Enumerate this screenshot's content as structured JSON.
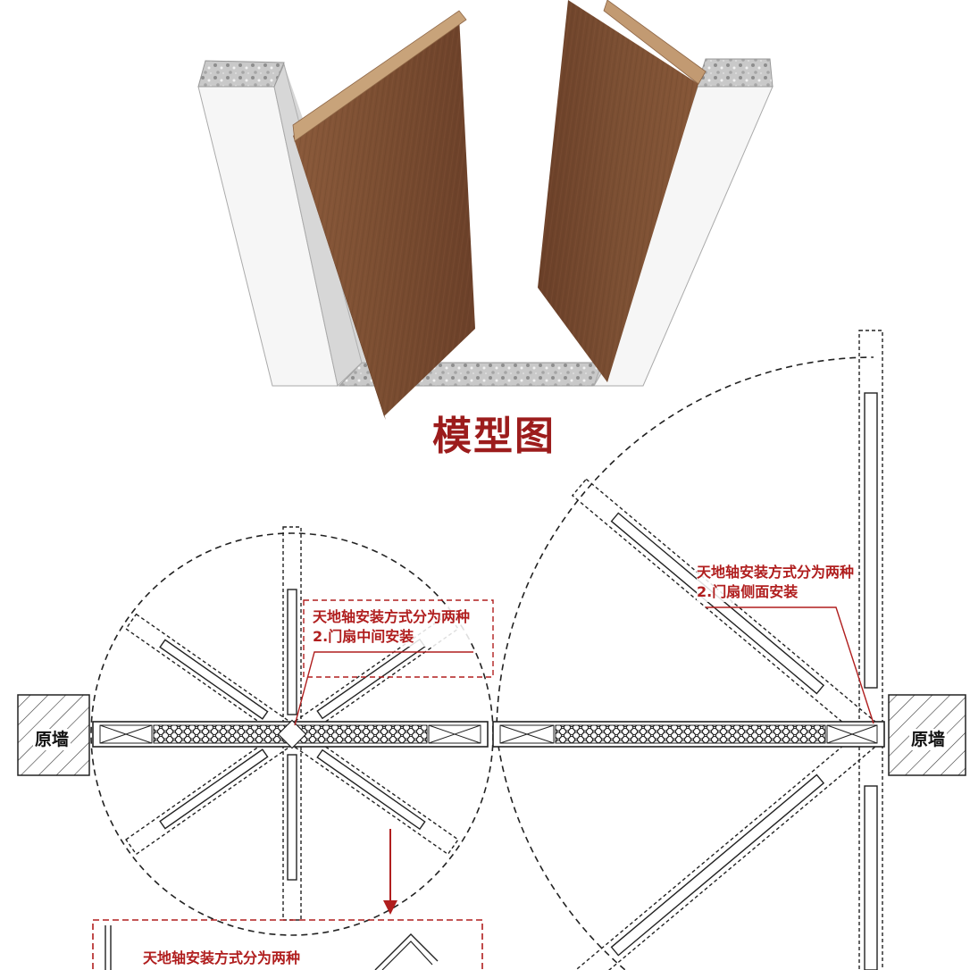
{
  "model": {
    "title": "模型图"
  },
  "plan": {
    "wall_label_left": "原墙",
    "wall_label_right": "原墙",
    "center_note": {
      "line1": "天地轴安装方式分为两种",
      "line2": "2.门扇中间安装"
    },
    "side_note": {
      "line1": "天地轴安装方式分为两种",
      "line2": "2.门扇侧面安装"
    },
    "detail_note": {
      "line1": "天地轴安装方式分为两种"
    }
  },
  "colors": {
    "accent_red": "#b01e1e",
    "title_red": "#9c1c1c",
    "wood": "#7a4e33",
    "frame": "#ffffff",
    "terrazzo": "#bdbdbd",
    "line": "#222222"
  }
}
